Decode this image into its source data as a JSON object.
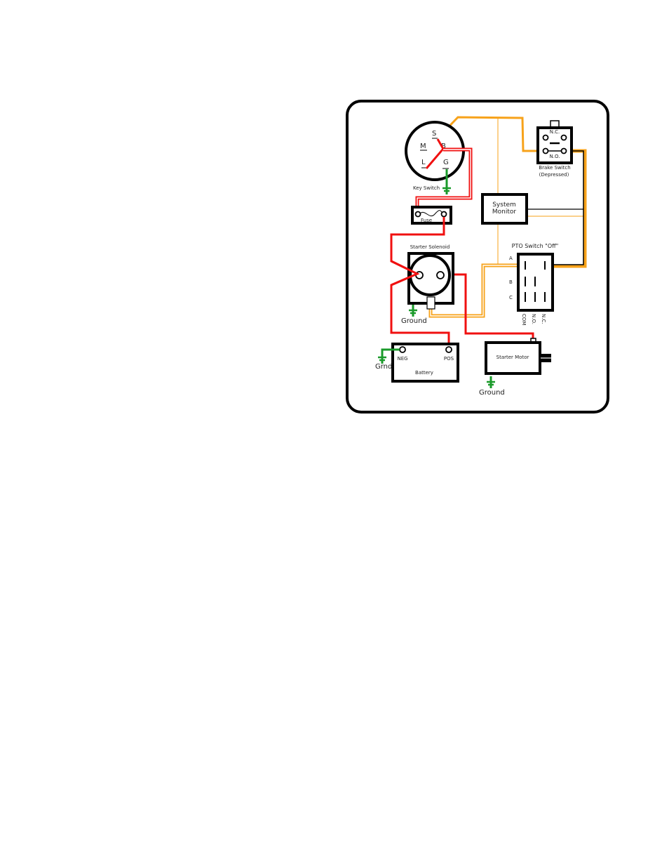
{
  "diagram": {
    "key_switch": {
      "label": "Key Switch",
      "terminals": {
        "s": "S",
        "m": "M",
        "b": "B",
        "l": "L",
        "g": "G"
      }
    },
    "brake_switch": {
      "label": "Brake Switch",
      "sublabel": "(Depressed)",
      "nc": "N.C.",
      "no": "N.O."
    },
    "system_monitor": {
      "line1": "System",
      "line2": "Monitor"
    },
    "fuse": {
      "label": "Fuse"
    },
    "starter_solenoid": {
      "label": "Starter Solenoid",
      "ground": "Ground"
    },
    "pto_switch": {
      "label": "PTO Switch \"Off\"",
      "rows": [
        "A",
        "B",
        "C"
      ],
      "cols": [
        "COM",
        "N.O.",
        "N.C."
      ]
    },
    "battery": {
      "label": "Battery",
      "neg": "NEG",
      "pos": "POS",
      "ground": "Grnd"
    },
    "starter_motor": {
      "label": "Starter Motor",
      "ground": "Ground"
    },
    "wire_colors": {
      "battery_power": "#f01010",
      "switched": "#f7a21a",
      "ground": "#1a9a2a",
      "signal": "#000000"
    }
  }
}
